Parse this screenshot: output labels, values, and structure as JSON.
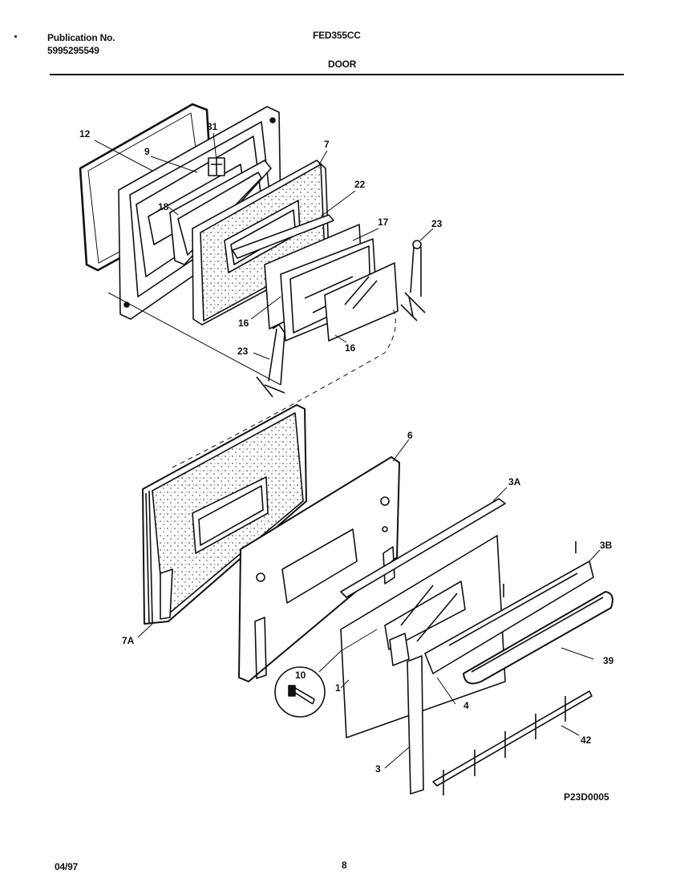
{
  "header": {
    "publication_label": "Publication No.",
    "publication_number": "5995295549",
    "model": "FED355CC",
    "section": "DOOR"
  },
  "callouts": {
    "c12": "12",
    "c9": "9",
    "c31": "31",
    "c7": "7",
    "c18": "18",
    "c22": "22",
    "c17": "17",
    "c23a": "23",
    "c16a": "16",
    "c16b": "16",
    "c23b": "23",
    "c6": "6",
    "c3A": "3A",
    "c3B": "3B",
    "c7A": "7A",
    "c10": "10",
    "c1": "1",
    "c4": "4",
    "c39": "39",
    "c42": "42",
    "c3": "3"
  },
  "diagram_code": "P23D0005",
  "footer": {
    "date": "04/97",
    "page": "8"
  }
}
